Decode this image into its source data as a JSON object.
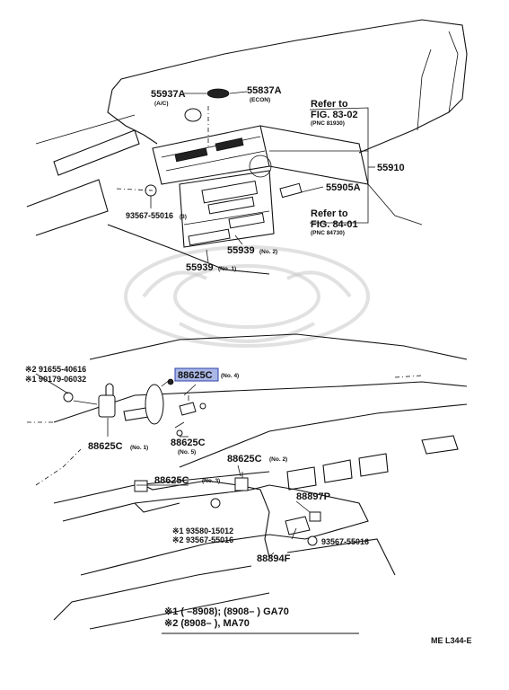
{
  "top": {
    "parts": {
      "p55937a_ac": {
        "num": "55937A",
        "note": "(A/C)"
      },
      "p55937a_econ": {
        "num": "55837A",
        "note": "(ECON)"
      },
      "ref1": {
        "line1": "Refer to",
        "line2": "FIG. 83-02",
        "pnc": "(PNC 81930)"
      },
      "p55910": {
        "num": "55910"
      },
      "p55905a": {
        "num": "55905A"
      },
      "ref2": {
        "line1": "Refer to",
        "line2": "FIG. 84-01",
        "pnc": "(PNC 84730)"
      },
      "p93567_top": {
        "num": "93567-55016",
        "note": "(3)"
      },
      "p55939_2": {
        "num": "55939",
        "note": "(No. 2)"
      },
      "p55939_1": {
        "num": "55939",
        "note": "(No. 1)"
      }
    }
  },
  "bottom": {
    "parts": {
      "n1": {
        "text": "※2 91655-40616"
      },
      "n2": {
        "text": "※1 90179-06032"
      },
      "p88625c_4": {
        "num": "88625C",
        "note": "(No. 4)"
      },
      "p88625c_1": {
        "num": "88625C",
        "note": "(No. 1)"
      },
      "p88625c_5": {
        "num": "88625C",
        "note": "(No. 5)"
      },
      "p88625c_2": {
        "num": "88625C",
        "note": "(No. 2)"
      },
      "p88625c_3": {
        "num": "88625C",
        "note": "(No. 3)"
      },
      "p88897p": {
        "num": "88897P"
      },
      "p93580": {
        "text": "※1 93580-15012"
      },
      "p93567b": {
        "text": "※2 93567-55016"
      },
      "p93567c": {
        "text": "93567-55016"
      },
      "p88894f": {
        "num": "88894F"
      }
    }
  },
  "legend": {
    "line1": "※1 (        –8908);  (8908–        ) GA70",
    "line2": "※2 (8908–          ),  MA70"
  },
  "code": "ME  L344-E",
  "colors": {
    "highlight_fill": "#aab7e6",
    "highlight_stroke": "#2b3fa8"
  }
}
